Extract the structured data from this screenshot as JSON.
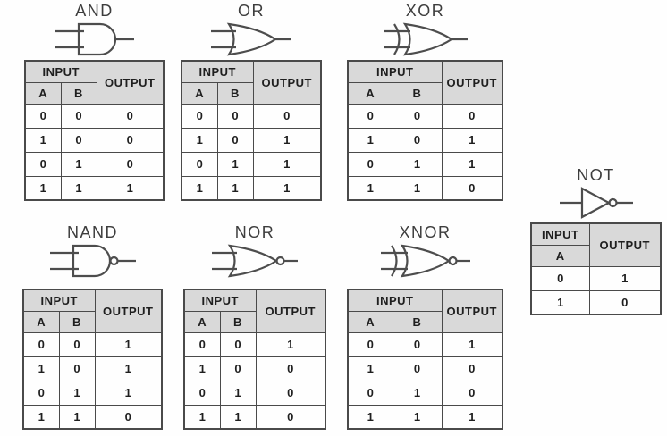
{
  "colors": {
    "page_bg": "#fefefe",
    "header_bg": "#d9d9d9",
    "border": "#4a4a4a",
    "text": "#1f1f1f",
    "title": "#3d3d3d",
    "gate_stroke": "#4d4d4d"
  },
  "table_labels": {
    "input": "INPUT",
    "output": "OUTPUT",
    "a": "A",
    "b": "B"
  },
  "gates": [
    {
      "id": "and",
      "title": "AND",
      "rows": [
        [
          "0",
          "0",
          "0"
        ],
        [
          "1",
          "0",
          "0"
        ],
        [
          "0",
          "1",
          "0"
        ],
        [
          "1",
          "1",
          "1"
        ]
      ]
    },
    {
      "id": "or",
      "title": "OR",
      "rows": [
        [
          "0",
          "0",
          "0"
        ],
        [
          "1",
          "0",
          "1"
        ],
        [
          "0",
          "1",
          "1"
        ],
        [
          "1",
          "1",
          "1"
        ]
      ]
    },
    {
      "id": "xor",
      "title": "XOR",
      "rows": [
        [
          "0",
          "0",
          "0"
        ],
        [
          "1",
          "0",
          "1"
        ],
        [
          "0",
          "1",
          "1"
        ],
        [
          "1",
          "1",
          "0"
        ]
      ]
    },
    {
      "id": "nand",
      "title": "NAND",
      "rows": [
        [
          "0",
          "0",
          "1"
        ],
        [
          "1",
          "0",
          "1"
        ],
        [
          "0",
          "1",
          "1"
        ],
        [
          "1",
          "1",
          "0"
        ]
      ]
    },
    {
      "id": "nor",
      "title": "NOR",
      "rows": [
        [
          "0",
          "0",
          "1"
        ],
        [
          "1",
          "0",
          "0"
        ],
        [
          "0",
          "1",
          "0"
        ],
        [
          "1",
          "1",
          "0"
        ]
      ]
    },
    {
      "id": "xnor",
      "title": "XNOR",
      "rows": [
        [
          "0",
          "0",
          "1"
        ],
        [
          "1",
          "0",
          "0"
        ],
        [
          "0",
          "1",
          "0"
        ],
        [
          "1",
          "1",
          "1"
        ]
      ]
    },
    {
      "id": "not",
      "title": "NOT",
      "rows": [
        [
          "0",
          "1"
        ],
        [
          "1",
          "0"
        ]
      ]
    }
  ]
}
